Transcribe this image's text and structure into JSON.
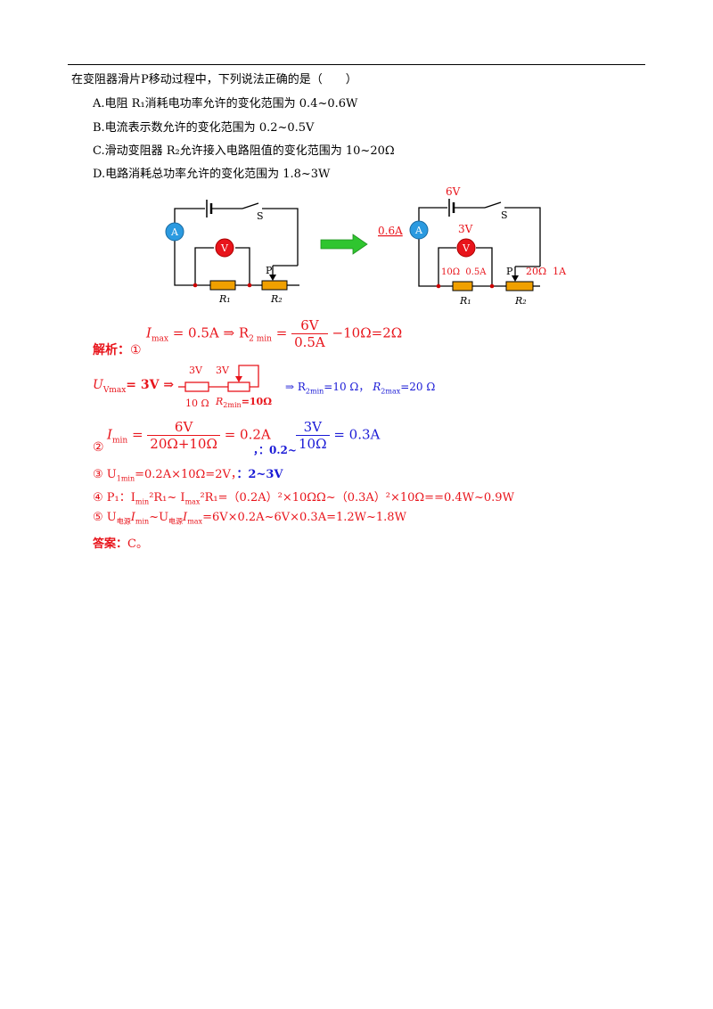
{
  "question": {
    "stem": "在变阻器滑片P移动过程中，下列说法正确的是（　　）",
    "options": {
      "A": "A.电阻 R₁消耗电功率允许的变化范围为 0.4~0.6W",
      "B": "B.电流表示数允许的变化范围为 0.2~0.5V",
      "C": "C.滑动变阻器 R₂允许接入电路阻值的变化范围为 10~20Ω",
      "D": "D.电路消耗总功率允许的变化范围为 1.8~3W"
    }
  },
  "circuit_left": {
    "ammeter": "A",
    "voltmeter": "V",
    "switch": "S",
    "slider": "P",
    "r1": "R₁",
    "r2": "R₂"
  },
  "circuit_right": {
    "ammeter": "A",
    "voltmeter": "V",
    "switch": "S",
    "slider": "P",
    "r1": "R₁",
    "r2": "R₂",
    "source_voltage": "6V",
    "ammeter_range": "0.6A",
    "voltmeter_range": "3V",
    "r1_spec": "10Ω  0.5A",
    "r2_spec": "20Ω  1A"
  },
  "analysis": {
    "label": "解析：",
    "step1_marker": "①",
    "step1_lhs": "I",
    "step1_lhs_sub": "max",
    "step1_eq": "= 0.5A ⇒ R",
    "step1_r_sub": "2 min",
    "step1_eq2": "=",
    "step1_num": "6V",
    "step1_den": "0.5A",
    "step1_tail": "−10Ω=2Ω",
    "step1b_lhs": "U",
    "step1b_sub": "Vmax",
    "step1b_eq": "= 3V ⇒",
    "step1b_label1": "3V",
    "step1b_label2": "3V",
    "step1b_r1": "10 Ω",
    "step1b_r2": "R",
    "step1b_r2_sub": "2min",
    "step1b_r2_val": "=10Ω",
    "step1b_result_a": "⇒ R",
    "step1b_result_a_sub": "2min",
    "step1b_result_a_val": "=10 Ω，",
    "step1b_result_b": "R",
    "step1b_result_b_sub": "2max",
    "step1b_result_b_val": "=20 Ω",
    "step2_marker": "②",
    "step2_lhs": "I",
    "step2_lhs_sub": "min",
    "step2_eq": "=",
    "step2_num": "6V",
    "step2_den": "20Ω+10Ω",
    "step2_val": "= 0.2A",
    "step2_sep": "，：0.2~",
    "step2_num2": "3V",
    "step2_den2": "10Ω",
    "step2_val2": "= 0.3A",
    "step3": "③ U",
    "step3_sub": "1min",
    "step3_rest": "=0.2A×10Ω=2V，",
    "step3_result": "：2~3V",
    "step4": "④ P₁：I",
    "step4_a_sub": "min",
    "step4_a_rest": "²R₁~ I",
    "step4_b_sub": "max",
    "step4_b_rest": "²R₁=（0.2A）²×10ΩΩ~（0.3A）²×10Ω==0.4W~0.9W",
    "step5": "⑤ U",
    "step5_sub1": "电源",
    "step5_i1": "I",
    "step5_i1_sub": "min",
    "step5_mid": "~U",
    "step5_sub2": "电源",
    "step5_i2": "I",
    "step5_i2_sub": "max",
    "step5_rest": "=6V×0.2A~6V×0.3A=1.2W~1.8W",
    "answer_label": "答案：",
    "answer_value": "C。"
  },
  "colors": {
    "analysis_red": "#e8141b",
    "analysis_blue": "#1a1ad6",
    "arrow_green": "#2fc52f",
    "resistor_orange": "#f0a000",
    "meter_blue": "#2b9ae0",
    "meter_red": "#e8141b"
  }
}
